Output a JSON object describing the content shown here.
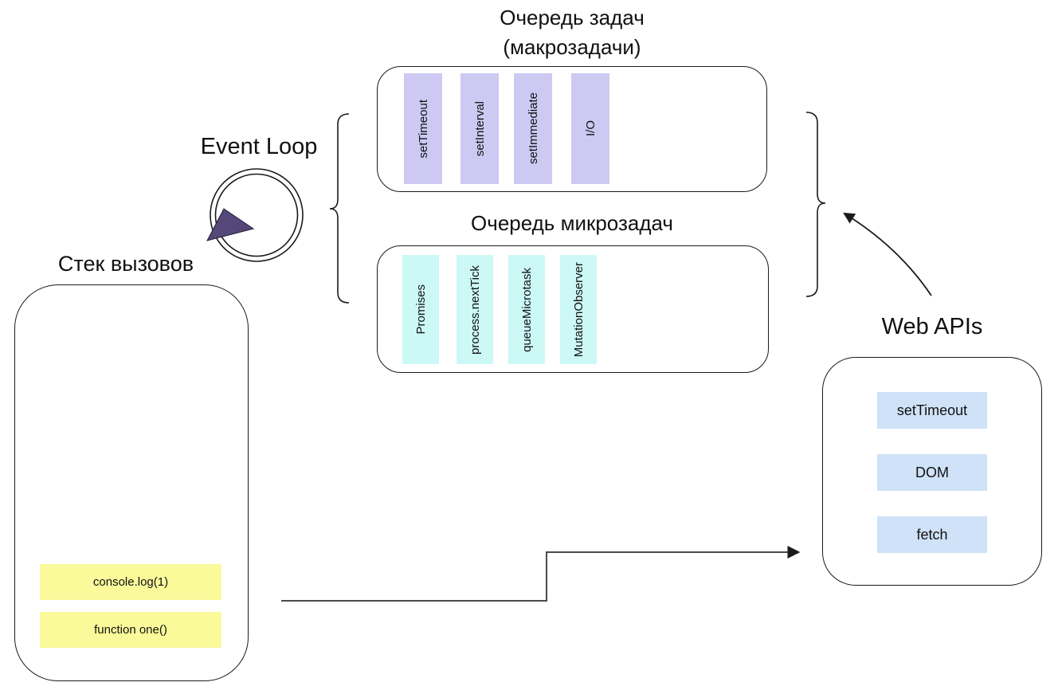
{
  "colors": {
    "macrotask_box": "#cdc9f3",
    "microtask_box": "#ccf8f6",
    "stack_frame_box": "#fafa9b",
    "web_api_box": "#cfe2f7",
    "event_loop_arrowhead": "#554878",
    "outline": "#1a1a1a"
  },
  "task_queue": {
    "title_line1": "Очередь задач",
    "title_line2": "(макрозадачи)",
    "items": [
      "setTimeout",
      "setInterval",
      "setImmediate",
      "I/O"
    ]
  },
  "microtask_queue": {
    "title": "Очередь микрозадач",
    "items": [
      "Promises",
      "process.nextTick",
      "queueMicrotask",
      "MutationObserver"
    ]
  },
  "event_loop": {
    "label": "Event Loop"
  },
  "call_stack": {
    "title": "Стек вызовов",
    "frames": [
      "console.log(1)",
      "function one()"
    ]
  },
  "web_apis": {
    "title": "Web APIs",
    "items": [
      "setTimeout",
      "DOM",
      "fetch"
    ]
  }
}
